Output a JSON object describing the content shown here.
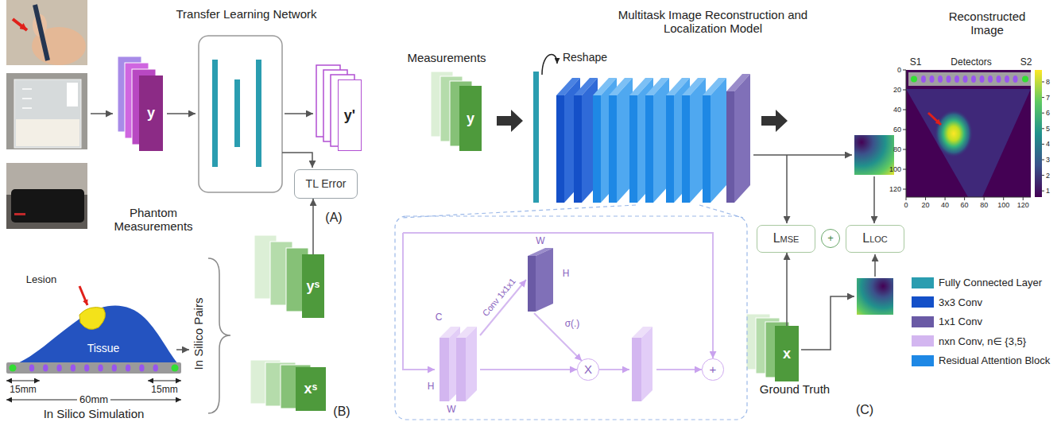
{
  "diagram": {
    "nodes": [
      {
        "text": [
          "y"
        ]
      },
      {
        "text": [
          "y'"
        ]
      },
      {
        "text": [
          "TL Error"
        ]
      },
      {
        "text": [
          "yˢ"
        ]
      },
      {
        "text": [
          "xˢ"
        ]
      },
      {
        "text": [
          "y"
        ]
      },
      {
        "text": [
          "X"
        ]
      },
      {
        "text": [
          "+"
        ]
      },
      {
        "text": [
          "LMSE"
        ]
      },
      {
        "text": [
          "+"
        ]
      },
      {
        "text": [
          "LLOC"
        ]
      },
      {
        "text": [
          "x"
        ]
      }
    ],
    "edges": [
      {
        "from": 3,
        "to": 2,
        "arrow": "to"
      },
      {
        "from": 11,
        "to": 8,
        "arrow": "to"
      }
    ],
    "labels": [
      "Transfer Learning Network",
      "Multitask Image Reconstruction and Localization Model",
      "Reconstructed Image",
      "Phantom Measurements",
      "(A)",
      "Lesion",
      "Tissue",
      "15mm",
      "15mm",
      "60mm",
      "In Silico Simulation",
      "In Silico Pairs",
      "(B)",
      "Measurements",
      "Reshape",
      "C",
      "H",
      "W",
      "Conv 1x1x1",
      "W",
      "H",
      "σ(.)",
      "Ground Truth",
      "(C)",
      "S1",
      "Detectors",
      "S2",
      "0",
      "20",
      "40",
      "60",
      "80",
      "100",
      "120",
      "0",
      "20",
      "40",
      "60",
      "80",
      "100",
      "120",
      "8",
      "7",
      "6",
      "5",
      "4",
      "3",
      "2",
      "1"
    ],
    "legend": [
      {
        "text": "Fully Connected Layer",
        "color": "#2a9db0"
      },
      {
        "text": "3x3 Conv",
        "color": "#1450c8"
      },
      {
        "text": "1x1 Conv",
        "color": "#6a5aa5"
      },
      {
        "text": "nxn Conv, n∈ {3,5}",
        "color": "#d3b6f0"
      },
      {
        "text": "Residual Attention Block",
        "color": "#1e88e5"
      }
    ]
  }
}
